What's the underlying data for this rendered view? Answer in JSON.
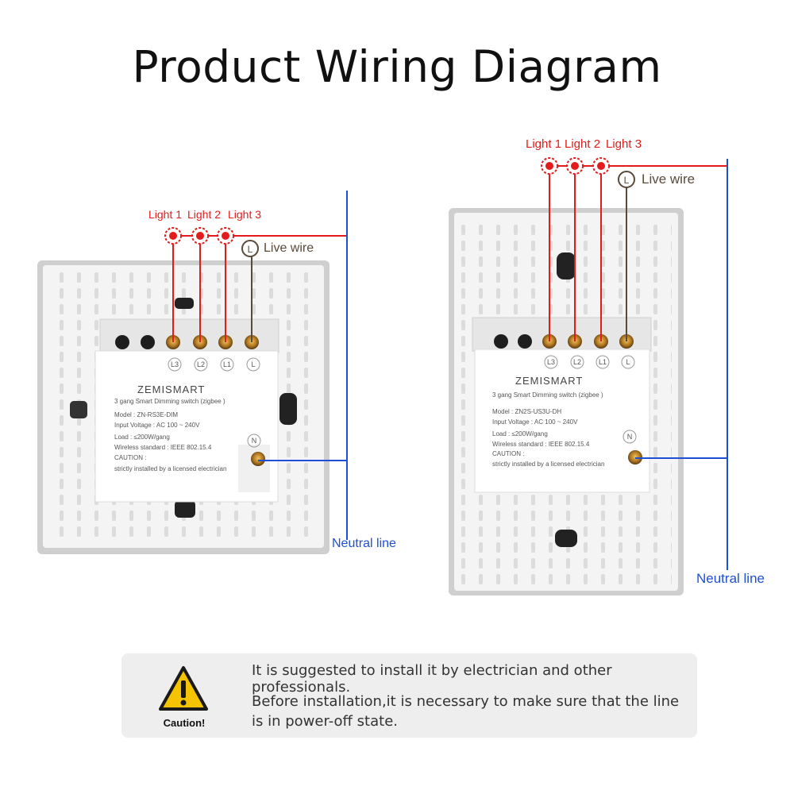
{
  "title": "Product Wiring Diagram",
  "left_switch": {
    "light_labels": [
      "Light 1",
      "Light 2",
      "Light 3"
    ],
    "live_wire": "Live wire",
    "neutral_line": "Neutral line",
    "terminals": [
      "L3",
      "L2",
      "L1",
      "L",
      "N"
    ],
    "brand": "ZEMISMART",
    "name": "3 gang Smart Dimming switch (zigbee )",
    "model": "Model : ZN-RS3E-DIM",
    "input_voltage": "Input Voltage : AC 100 ~ 240V",
    "load": "Load : ≤200W/gang",
    "wireless": "Wireless standard : IEEE 802.15.4",
    "caution": "CAUTION :",
    "installed": "strictly installed by a licensed electrician"
  },
  "right_switch": {
    "light_labels": [
      "Light 1",
      "Light 2",
      "Light 3"
    ],
    "live_wire": "Live wire",
    "neutral_line": "Neutral line",
    "terminals": [
      "L3",
      "L2",
      "L1",
      "L",
      "N"
    ],
    "brand": "ZEMISMART",
    "name": "3 gang Smart Dimming switch (zigbee )",
    "model": "Model : ZN2S-US3U-DH",
    "input_voltage": "Input Voltage : AC 100 ~ 240V",
    "load": "Load : ≤200W/gang",
    "wireless": "Wireless standard : IEEE 802.15.4",
    "caution": "CAUTION :",
    "installed": "strictly installed by a licensed electrician"
  },
  "caution": {
    "label": "Caution!",
    "line1": "It is suggested to install it by electrician and other professionals.",
    "line2": "Before installation,it is necessary to make sure that the line",
    "line3": "is in power-off state."
  },
  "colors": {
    "light_wire": "#e31b1b",
    "live_wire": "#5a4a3a",
    "neutral_wire": "#1f4fd6",
    "caution": "#f5c400"
  }
}
